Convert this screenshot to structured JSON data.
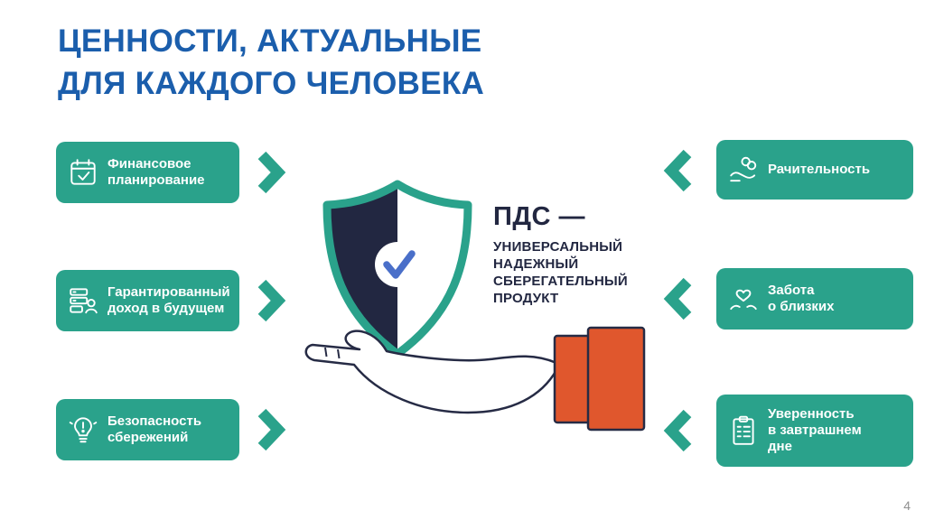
{
  "slide": {
    "title": "ЦЕННОСТИ, АКТУАЛЬНЫЕ\nДЛЯ КАЖДОГО ЧЕЛОВЕКА",
    "page_number": "4"
  },
  "center": {
    "heading": "ПДС —",
    "subtitle": "УНИВЕРСАЛЬНЫЙ\nНАДЕЖНЫЙ\nСБЕРЕГАТЕЛЬНЫЙ\nПРОДУКТ",
    "illustration": "shield-with-checkmark-in-open-hand"
  },
  "left_items": [
    {
      "label": "Финансовое\nпланирование",
      "icon": "calendar-check-icon"
    },
    {
      "label": "Гарантированный\nдоход в будущем",
      "icon": "income-list-person-icon"
    },
    {
      "label": "Безопасность\nсбережений",
      "icon": "lightbulb-alert-icon"
    }
  ],
  "right_items": [
    {
      "label": "Рачительность",
      "icon": "coins-in-hand-icon"
    },
    {
      "label": "Забота\nо близких",
      "icon": "heart-in-hands-icon"
    },
    {
      "label": "Уверенность\nв завтрашнем\nдне",
      "icon": "clipboard-checklist-icon"
    }
  ],
  "colors": {
    "title_blue": "#1B5EAC",
    "teal": "#2AA28B",
    "dark_navy": "#222741",
    "orange": "#E0572D",
    "check_blue": "#4A6FC9"
  }
}
